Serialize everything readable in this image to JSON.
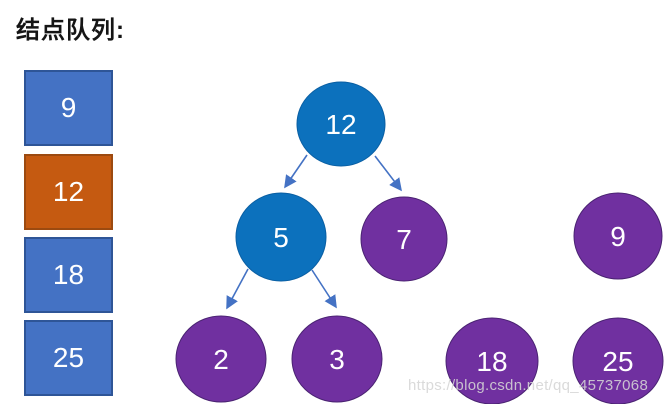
{
  "title": "结点队列:",
  "queue": {
    "items": [
      {
        "value": "9",
        "state": "default"
      },
      {
        "value": "12",
        "state": "highlighted"
      },
      {
        "value": "18",
        "state": "default"
      },
      {
        "value": "25",
        "state": "default"
      }
    ]
  },
  "tree": {
    "nodes": [
      {
        "value": "12",
        "color": "blue",
        "level": 0
      },
      {
        "value": "5",
        "color": "blue",
        "level": 1
      },
      {
        "value": "7",
        "color": "purple",
        "level": 1
      },
      {
        "value": "9",
        "color": "purple",
        "level": 1,
        "detached": true
      },
      {
        "value": "2",
        "color": "purple",
        "level": 2
      },
      {
        "value": "3",
        "color": "purple",
        "level": 2
      },
      {
        "value": "18",
        "color": "purple",
        "level": 2,
        "detached": true
      },
      {
        "value": "25",
        "color": "purple",
        "level": 2,
        "detached": true
      }
    ],
    "edges": [
      {
        "from": "12",
        "to": "5"
      },
      {
        "from": "12",
        "to": "7"
      },
      {
        "from": "5",
        "to": "2"
      },
      {
        "from": "5",
        "to": "3"
      }
    ]
  },
  "watermark": "https://blog.csdn.net/qq_45737068",
  "colors": {
    "queue_blue": "#4472C4",
    "queue_blue_border": "#2E5597",
    "queue_orange": "#C55A11",
    "queue_orange_border": "#9C4A10",
    "node_blue": "#0C71BD",
    "node_blue_border": "#0A5FA3",
    "node_purple": "#7030A0",
    "node_purple_border": "#4A2372",
    "arrow": "#4472C4",
    "watermark_gray": "#D5D5D5"
  }
}
